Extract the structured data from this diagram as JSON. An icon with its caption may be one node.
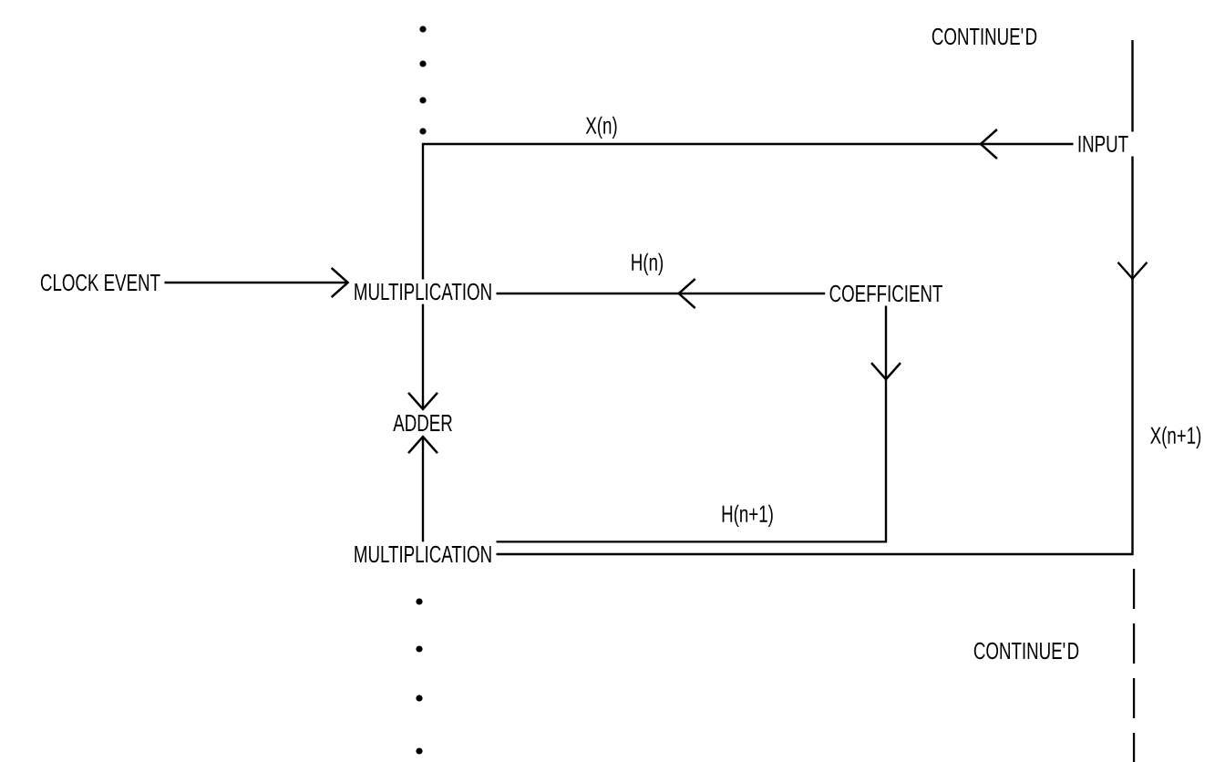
{
  "diagram": {
    "nodes": [
      {
        "text": [
          "CLOCK EVENT"
        ]
      },
      {
        "text": [
          "MULTIPLICATION"
        ]
      },
      {
        "text": [
          "COEFFICIENT"
        ]
      },
      {
        "text": [
          "INPUT"
        ]
      },
      {
        "text": [
          "ADDER"
        ]
      },
      {
        "text": [
          "MULTIPLICATION"
        ]
      }
    ],
    "edges": [
      {
        "from": 0,
        "to": 1,
        "arrow": "to"
      },
      {
        "from": 3,
        "to": 1,
        "arrow": "to",
        "label": "X(n)"
      },
      {
        "from": 2,
        "to": 1,
        "arrow": "to",
        "label": "H(n)"
      },
      {
        "from": 1,
        "to": 4,
        "arrow": "to"
      },
      {
        "from": 2,
        "to": 5,
        "arrow": "to",
        "label": "H(n+1)"
      },
      {
        "from": 3,
        "to": 5,
        "arrow": "to",
        "label": "X(n+1)"
      },
      {
        "from": 5,
        "to": 4,
        "arrow": "to"
      },
      {
        "from": null,
        "to": 3,
        "arrow": "none"
      }
    ],
    "labels": [
      "CONTINUE'D",
      "CONTINUE'D"
    ]
  }
}
